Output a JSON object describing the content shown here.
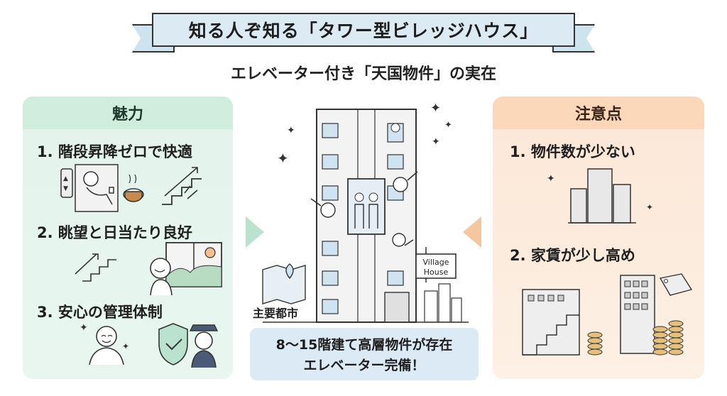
{
  "title": "知る人ぞ知る「タワー型ビレッジハウス」",
  "subtitle": "エレベーター付き「天国物件」の実在",
  "left_panel": {
    "heading": "魅力",
    "items": [
      "1. 階段昇降ゼロで快適",
      "2. 眺望と日当たり良好",
      "3. 安心の管理体制"
    ]
  },
  "right_panel": {
    "heading": "注意点",
    "items": [
      "1. 物件数が少ない",
      "2. 家賃が少し高め"
    ]
  },
  "center": {
    "sign_line1": "Village",
    "sign_line2": "House",
    "city_label": "主要都市",
    "box_line1": "8〜15階建て高層物件が存在",
    "box_line2": "エレベーター完備！"
  },
  "colors": {
    "left_panel": "#e3f4ec",
    "left_header": "#cfeedd",
    "right_panel": "#fbe7d6",
    "right_header": "#fbd8ba",
    "center_box": "#dbeaf5",
    "ribbon": "#dcebf3"
  }
}
